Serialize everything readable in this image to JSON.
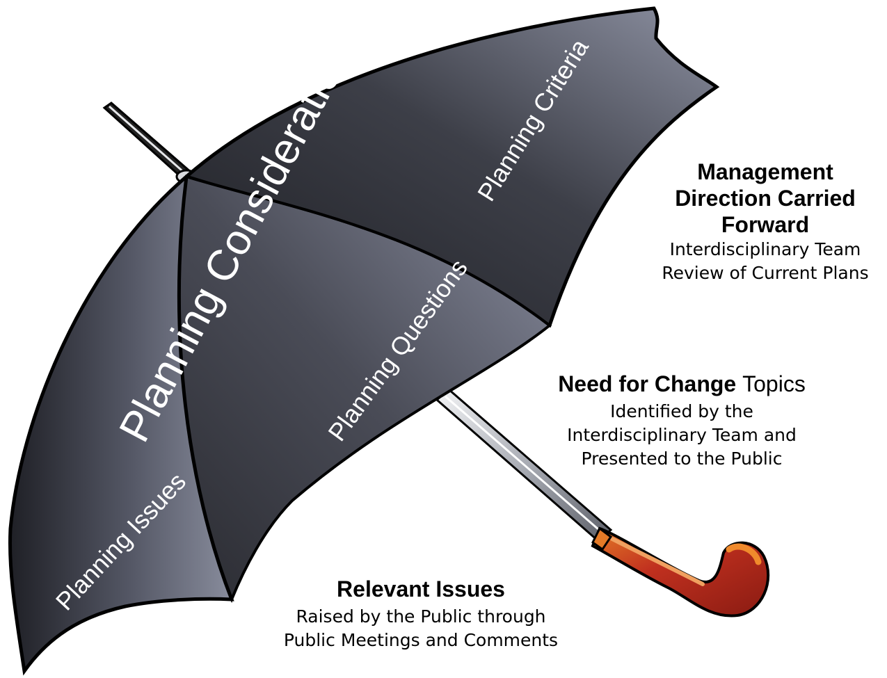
{
  "umbrella": {
    "canopy_label": "Planning Considerations",
    "panel_labels": {
      "criteria": "Planning Criteria",
      "questions": "Planning Questions",
      "issues": "Planning Issues"
    }
  },
  "callouts": {
    "management": {
      "title_line1": "Management",
      "title_line2": "Direction Carried",
      "title_line3": "Forward",
      "sub_line1": "Interdisciplinary Team",
      "sub_line2": "Review of Current Plans"
    },
    "need_for_change": {
      "title_bold": "Need for Change",
      "title_normal": "Topics",
      "sub_line1": "Identified by the",
      "sub_line2": "Interdisciplinary Team and",
      "sub_line3": "Presented to the Public"
    },
    "relevant_issues": {
      "title": "Relevant Issues",
      "sub_line1": "Raised by the Public through",
      "sub_line2": "Public Meetings and Comments"
    }
  },
  "colors": {
    "canopy_dark": "#2c2d33",
    "canopy_light": "#7f8394",
    "handle_red": "#c0301f",
    "handle_orange": "#e47a27",
    "shaft_silver": "#c9cbd1"
  }
}
